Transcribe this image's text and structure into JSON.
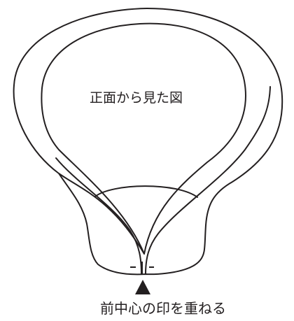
{
  "diagram": {
    "title_label": "正面から見た図",
    "caption_label": "前中心の印を重ねる",
    "colors": {
      "line": "#231f20",
      "background": "#ffffff"
    },
    "icons": {
      "pointer": "triangle-up-arrow"
    }
  }
}
